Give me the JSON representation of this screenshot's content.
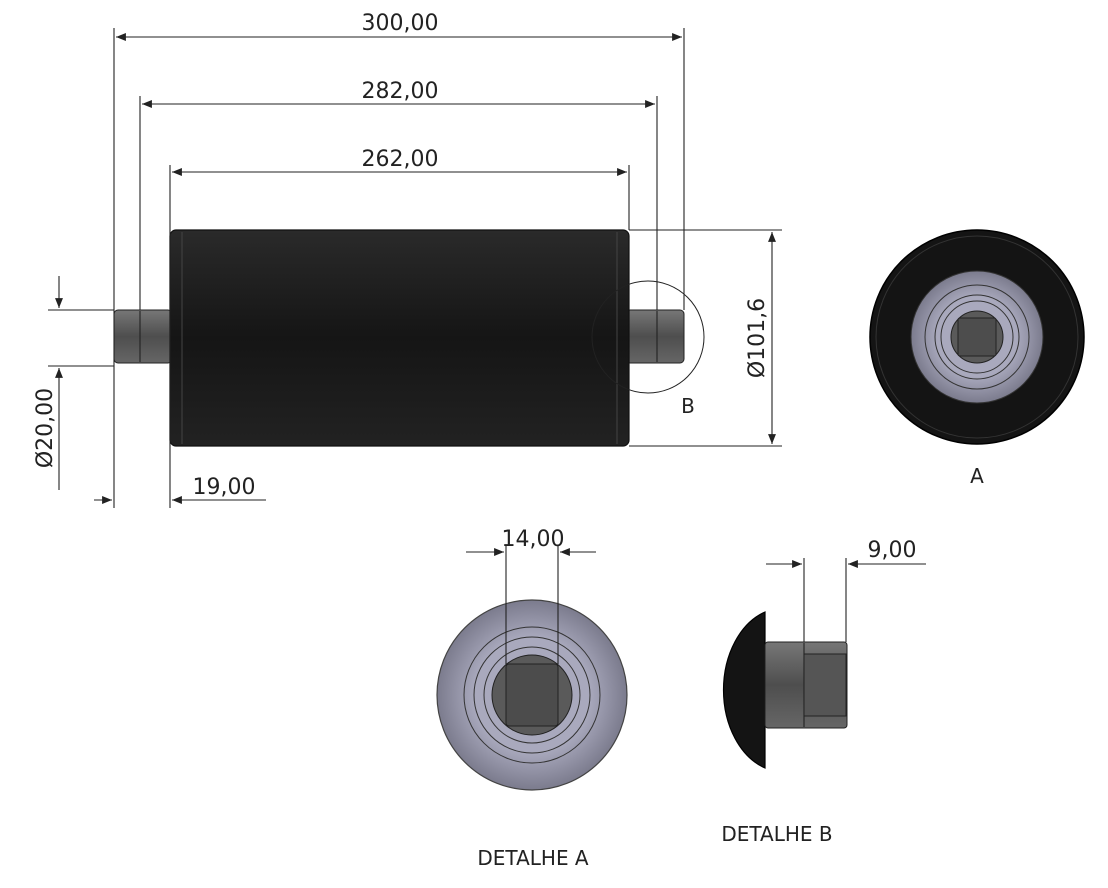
{
  "dimensions": {
    "overall_length": "300,00",
    "shaft_span": "282,00",
    "tube_length": "262,00",
    "tube_diameter": "Ø101,6",
    "shaft_diameter": "Ø20,00",
    "shaft_stub": "19,00",
    "flat_width": "14,00",
    "flat_depth": "9,00"
  },
  "labels": {
    "view_a": "A",
    "detail_b_marker": "B",
    "detalhe_a": "DETALHE A",
    "detalhe_b": "DETALHE B"
  },
  "colors": {
    "tube": "#1c1c1c",
    "shaft": "#5a5a5a",
    "bearing": "#9a9aae",
    "line": "#222222"
  }
}
